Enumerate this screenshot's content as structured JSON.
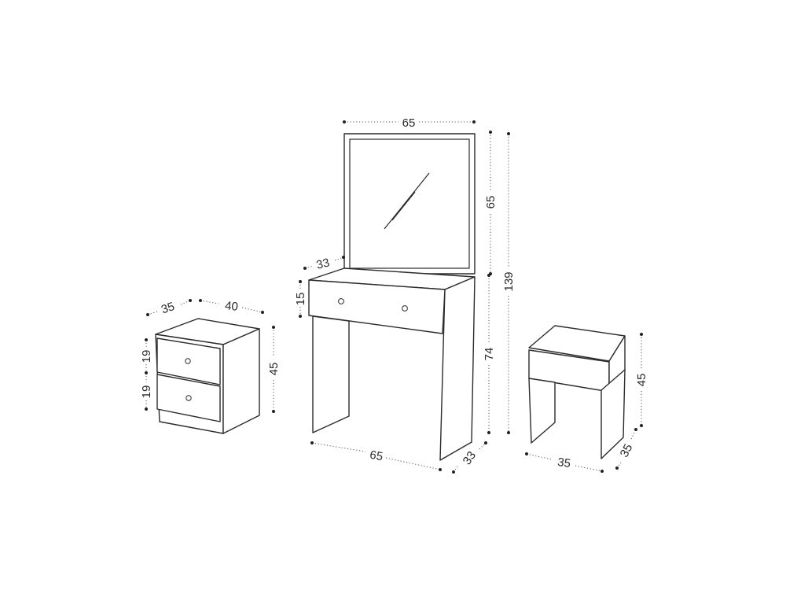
{
  "dimensions": {
    "mirror_width": "65",
    "mirror_height": "65",
    "total_height": "139",
    "table_height": "74",
    "table_depth_top": "33",
    "table_drawer_height": "15",
    "table_width": "65",
    "table_depth": "33",
    "nightstand_depth": "35",
    "nightstand_width": "40",
    "nightstand_drawer1": "19",
    "nightstand_drawer2": "19",
    "nightstand_height": "45",
    "stool_height": "45",
    "stool_width": "35",
    "stool_depth": "35"
  }
}
